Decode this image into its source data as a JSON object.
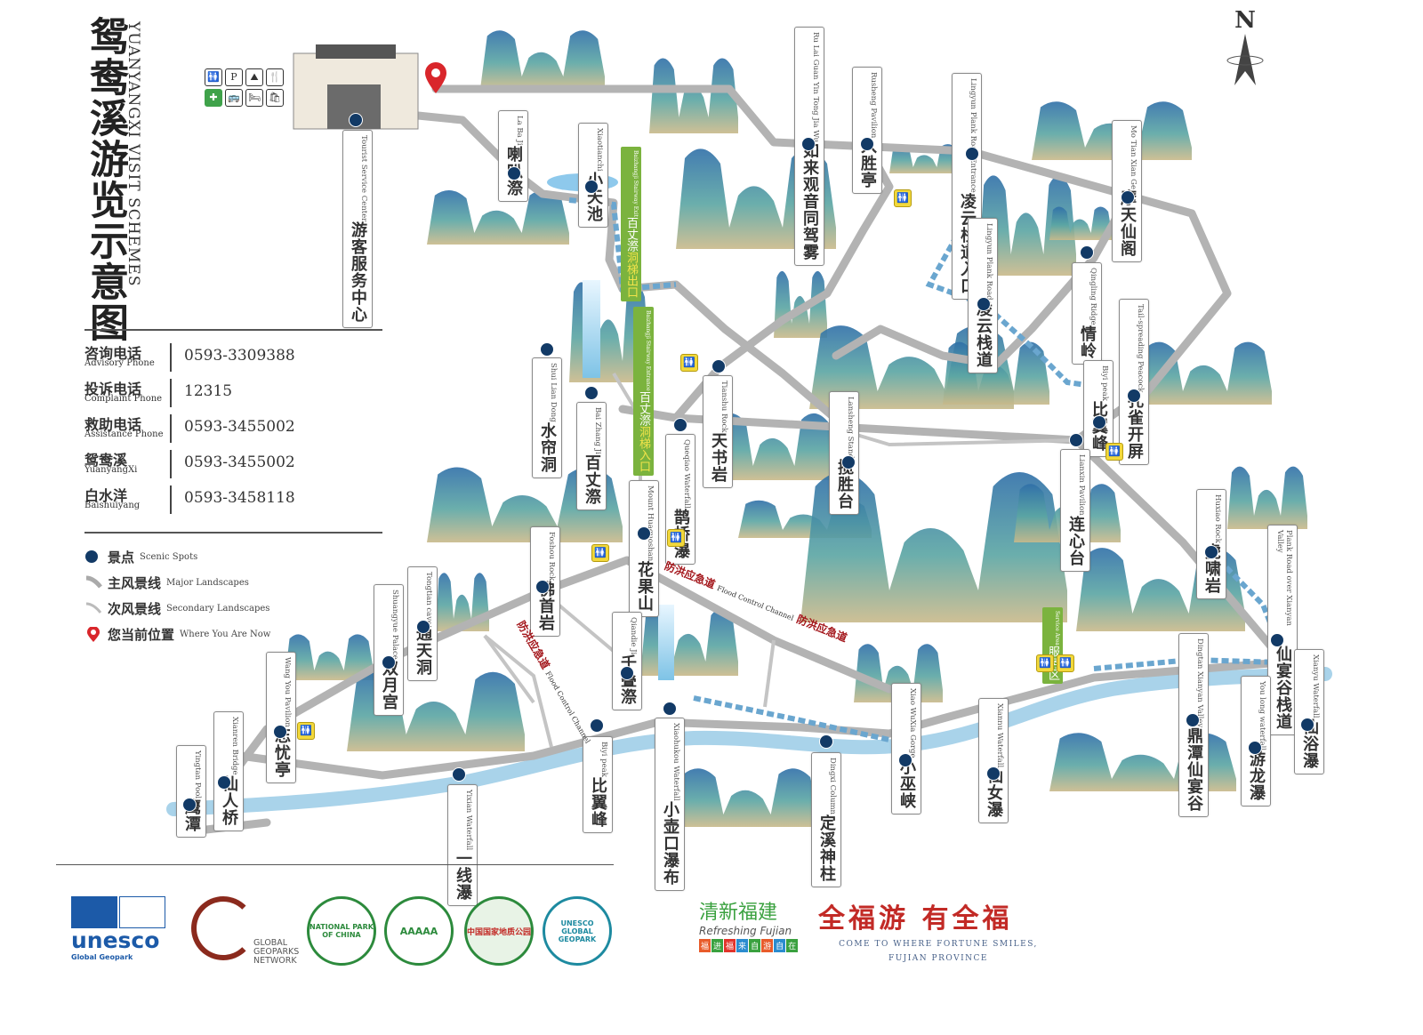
{
  "title": {
    "cn": "鸳鸯溪游览示意图",
    "en": "YUANYANGXI VISIT SCHEMES"
  },
  "compass": "N",
  "phones": [
    {
      "cn": "咨询电话",
      "en": "Advisory Phone",
      "number": "0593-3309388"
    },
    {
      "cn": "投诉电话",
      "en": "Complaint Phone",
      "number": "12315"
    },
    {
      "cn": "救助电话",
      "en": "Assistance Phone",
      "number": "0593-3455002"
    },
    {
      "cn": "鸳鸯溪",
      "en": "YuanyangXi",
      "number": "0593-3455002"
    },
    {
      "cn": "白水洋",
      "en": "Baishuiyang",
      "number": "0593-3458118"
    }
  ],
  "legend": [
    {
      "icon": "scenic-spot-dot",
      "cn": "景点",
      "en": "Scenic Spots"
    },
    {
      "icon": "major-route-line",
      "cn": "主风景线",
      "en": "Major Landscapes"
    },
    {
      "icon": "secondary-route-line",
      "cn": "次风景线",
      "en": "Secondary Landscapes"
    },
    {
      "icon": "location-pin",
      "cn": "您当前位置",
      "en": "Where You Are Now"
    }
  ],
  "facilities": [
    "restroom",
    "P",
    "scenery",
    "dining",
    "first-aid",
    "shuttle",
    "hotel",
    "shop"
  ],
  "facility_glyphs": [
    "🚻",
    "P",
    "⛰",
    "🍴",
    "✚",
    "🚌",
    "🛏",
    "🛍"
  ],
  "spots": [
    {
      "cn": "游客服务中心",
      "en": "Tourist Service Center"
    },
    {
      "cn": "喇叭漈",
      "en": "La Ba Ji"
    },
    {
      "cn": "小天池",
      "en": "Xiaotianchi"
    },
    {
      "cn": "如来观音同驾雾",
      "en": "Ru Lai Guan Yin Tong Jia Wu"
    },
    {
      "cn": "入胜亭",
      "en": "Rusheng Pavilion"
    },
    {
      "cn": "凌云栈道入口",
      "en": "Lingyun Plank Road Entrance"
    },
    {
      "cn": "摩天仙阁",
      "en": "Mo Tian Xian Ge"
    },
    {
      "cn": "凌云栈道",
      "en": "Lingyun Plank Road"
    },
    {
      "cn": "情岭",
      "en": "Qingling Ridge"
    },
    {
      "cn": "孔雀开屏",
      "en": "Tail-spreading Peacock"
    },
    {
      "cn": "比翼峰",
      "en": "Biyi peak"
    },
    {
      "cn": "连心台",
      "en": "Lianxin Pavilion"
    },
    {
      "cn": "水帘洞",
      "en": "Shui Lian Dong"
    },
    {
      "cn": "百丈漈",
      "en": "Bai Zhang Ji"
    },
    {
      "cn": "天书岩",
      "en": "Tianshu Rock"
    },
    {
      "cn": "揽胜台",
      "en": "Lansheng Stand"
    },
    {
      "cn": "鹊桥瀑",
      "en": "Queqiao Waterfall"
    },
    {
      "cn": "花果山",
      "en": "Mount Huaguoshan"
    },
    {
      "cn": "虎啸岩",
      "en": "Huxiao Rock"
    },
    {
      "cn": "仙宴谷栈道",
      "en": "Plank Road over Xianyan Valley"
    },
    {
      "cn": "佛首岩",
      "en": "Foshou Rock"
    },
    {
      "cn": "通天洞",
      "en": "Tongtian cave"
    },
    {
      "cn": "双月宫",
      "en": "Shuangyue Palace"
    },
    {
      "cn": "千叠漈",
      "en": "Qiandie Ji"
    },
    {
      "cn": "忘忧亭",
      "en": "Wang You Pavilion"
    },
    {
      "cn": "仙人桥",
      "en": "Xianren Bridge"
    },
    {
      "cn": "鹰潭",
      "en": "Yingtan Pool"
    },
    {
      "cn": "一线瀑",
      "en": "Yixian Waterfall"
    },
    {
      "cn": "比翼峰",
      "en": "Biyi peak"
    },
    {
      "cn": "小壶口瀑布",
      "en": "Xiaohukou Waterfall"
    },
    {
      "cn": "定溪神柱",
      "en": "Dingxi Column"
    },
    {
      "cn": "小巫峡",
      "en": "Xiao WuXia Gorge"
    },
    {
      "cn": "仙女瀑",
      "en": "Xiannu Waterfall"
    },
    {
      "cn": "鼎潭仙宴谷",
      "en": "Dingtan Xianyan Valley"
    },
    {
      "cn": "游龙瀑",
      "en": "You long waterfall"
    },
    {
      "cn": "仙浴瀑",
      "en": "Xianyu Waterfall"
    }
  ],
  "green_boxes": [
    {
      "cn": "百丈漈",
      "hl": "洞梯出口",
      "en": "Baizhangji Stairway Exit"
    },
    {
      "cn": "百丈漈",
      "hl": "洞梯入口",
      "en": "Baizhangji Stairway Entrance"
    },
    {
      "cn": "服务区",
      "hl": "",
      "en": "Service Area"
    }
  ],
  "flood_channel": {
    "cn": "防洪应急道",
    "en": "Flood Control Channel"
  },
  "restroom_glyph": "🚻",
  "logos": {
    "unesco": {
      "name": "unesco",
      "sub": "Global Geopark"
    },
    "ggn": "GLOBAL GEOPARKS NETWORK",
    "national_park": "NATIONAL PARK OF CHINA",
    "aaaaa": "AAAAA",
    "geopark": "中国国家地质公园",
    "unesco_geopark": "UNESCO GLOBAL GEOPARK",
    "fujian": {
      "cn": "清新福建",
      "en": "Refreshing Fujian",
      "tags": [
        "福",
        "进",
        "福",
        "来",
        "自",
        "游",
        "自",
        "在"
      ]
    },
    "fortune": {
      "cn": "全福游 有全福",
      "en1": "COME TO WHERE FORTUNE SMILES,",
      "en2": "FUJIAN PROVINCE"
    }
  },
  "colors": {
    "dot": "#123a66",
    "road": "#b3b3b3",
    "river": "#a9d3ea",
    "plank": "#6aa6cf",
    "flood": "#a3151a",
    "green": "#7bb33e"
  }
}
